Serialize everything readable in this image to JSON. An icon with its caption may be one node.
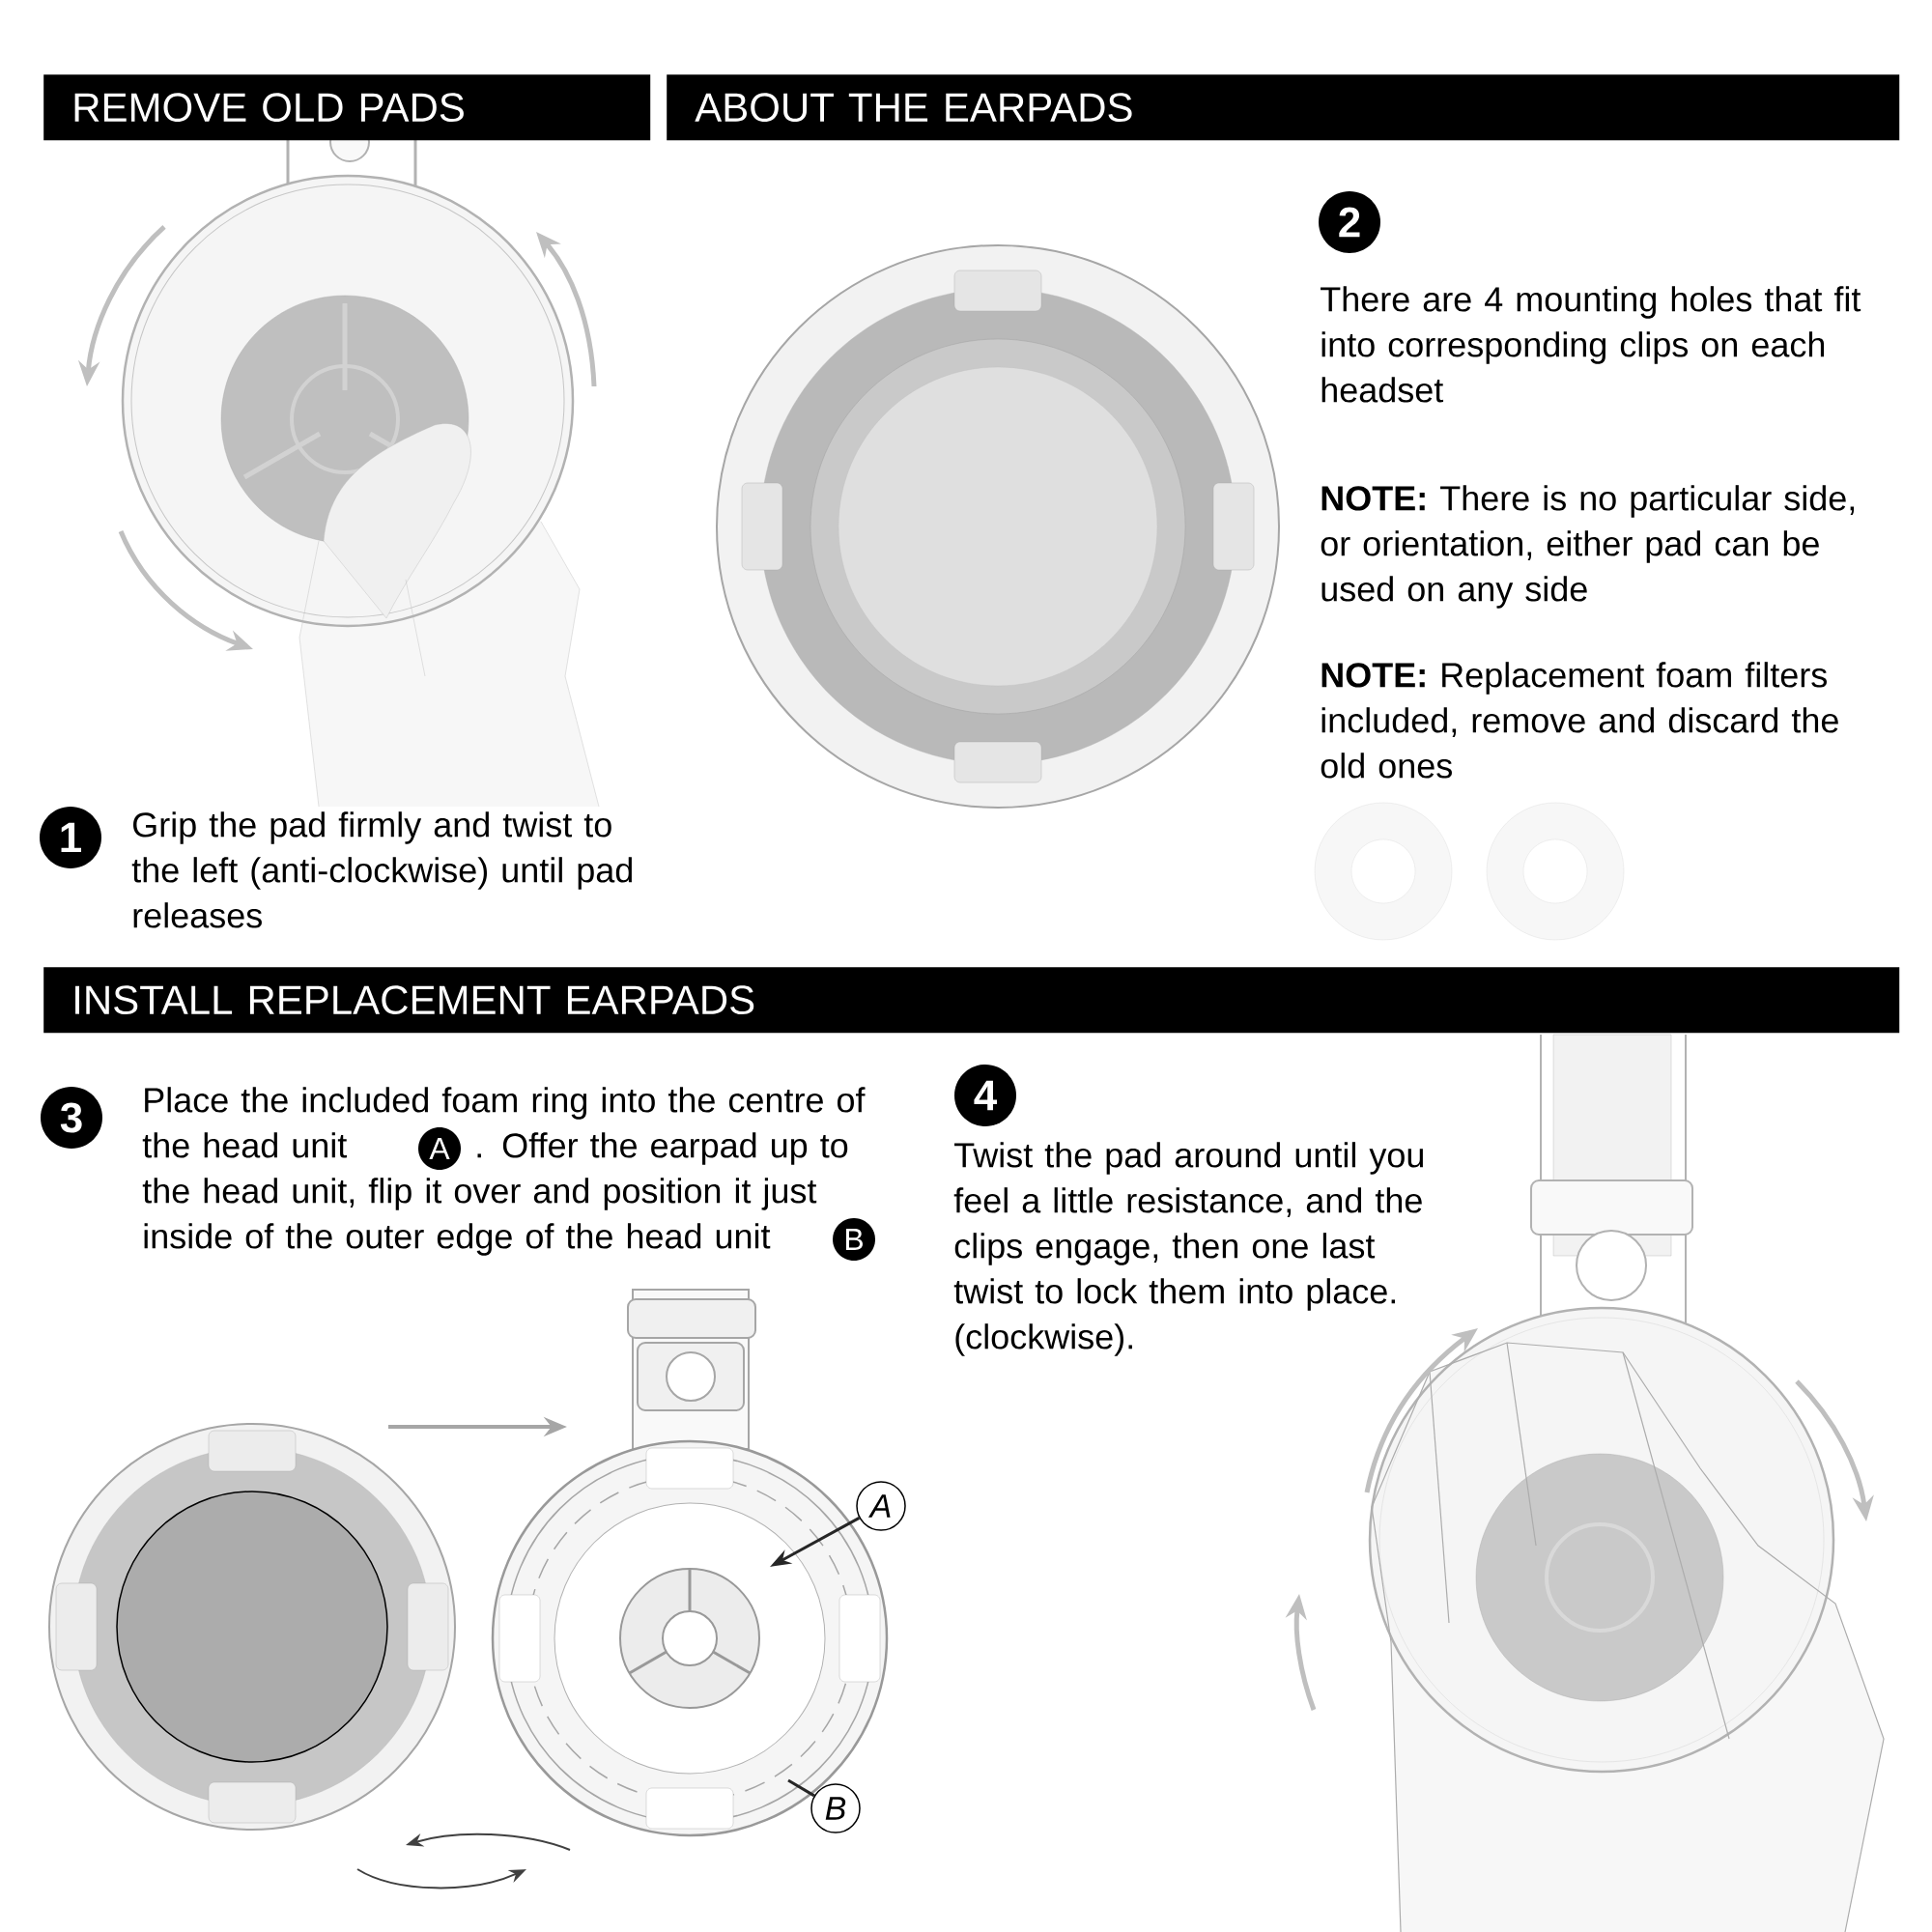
{
  "diagram": {
    "nodes": [
      {
        "text": [
          "REMOVE OLD PADS"
        ]
      },
      {
        "text": [
          "ABOUT THE EARPADS"
        ]
      },
      {
        "text": [
          "1"
        ]
      },
      {
        "text": [
          "2"
        ]
      },
      {
        "text": [
          "INSTALL REPLACEMENT EARPADS"
        ]
      },
      {
        "text": [
          "3"
        ]
      },
      {
        "text": [
          "A"
        ]
      },
      {
        "text": [
          "B"
        ]
      },
      {
        "text": [
          "4"
        ]
      },
      {
        "text": [
          "A"
        ]
      },
      {
        "text": [
          "B"
        ]
      }
    ],
    "edges": [
      {
        "from": 9,
        "to": null,
        "arrow": "to"
      },
      {
        "from": 10,
        "to": null,
        "arrow": "none"
      }
    ],
    "labels": [
      "Grip the pad firmly and twist to the left (anti-clockwise) until pad releases",
      "There are 4 mounting holes that fit into corresponding clips on each headset",
      "**NOTE:** There is no particular side, or orientation, either pad can be used on any side",
      "**NOTE:** Replacement foam filters included, remove and discard the old ones",
      "Place the included foam ring into the centre of the head unit",
      ". Offer the earpad up to the head unit, flip it over and position it just inside of the outer edge of the head unit",
      "Twist the pad around until you feel a little resistance, and the clips engage, then one last twist to lock them into place. (clockwise)."
    ]
  }
}
